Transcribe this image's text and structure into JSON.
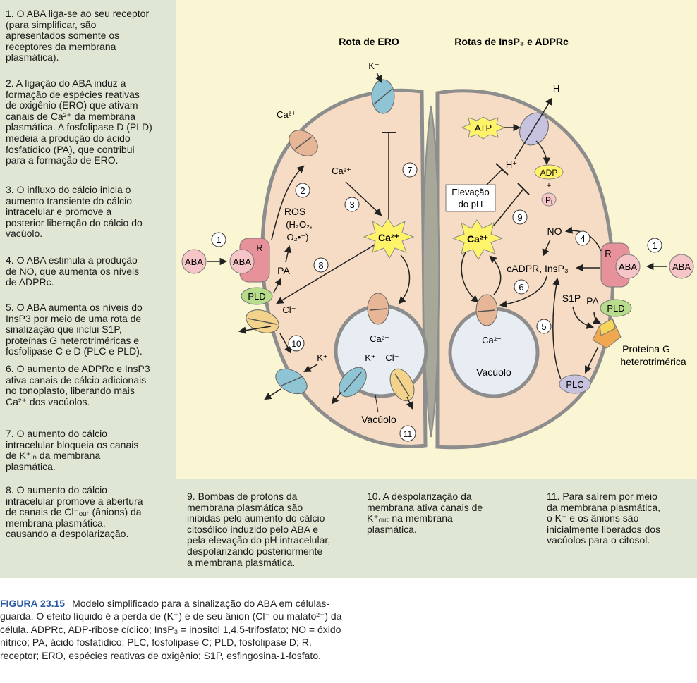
{
  "steps": [
    {
      "label": "1. O ABA liga-se ao seu receptor\n(para simplificar, são\napresentados somente os\nreceptores da membrana\nplasmática)."
    },
    {
      "label": "2. A ligação do ABA induz a\nformação de espécies reativas\nde oxigênio (ERO) que ativam\ncanais de Ca²⁺ da membrana\nplasmática. A fosfolipase D (PLD)\nmedeia a produção do ácido\nfosfatídico (PA), que contribui\npara a formação de ERO."
    },
    {
      "label": "3. O influxo do cálcio inicia o\naumento transiente do cálcio\nintracelular e promove a\nposterior liberação do cálcio do\nvacúolo."
    },
    {
      "label": "4. O ABA estimula a produção\nde NO, que aumenta os níveis\nde ADPRc."
    },
    {
      "label": "5. O ABA aumenta os níveis do\nInsP3 por meio de uma rota de\nsinalização que inclui S1P,\nproteínas G heterotriméricas e\nfosfolipase C e D (PLC e PLD)."
    },
    {
      "label": "6. O aumento de ADPRc e InsP3\nativa canais de cálcio adicionais\nno tonoplasto, liberando mais\nCa²⁺ dos vacúolos."
    },
    {
      "label": "7. O aumento do cálcio\nintracelular bloqueia os canais\nde K⁺ᵢₙ da membrana\nplasmática."
    },
    {
      "label": "8. O aumento do cálcio\nintracelular promove a abertura\nde canais de Cl⁻ₒᵤₜ (ânions) da\nmembrana plasmática,\ncausando a despolarização."
    },
    {
      "label": "9. Bombas de prótons da\nmembrana plasmática são\ninibidas pelo aumento do cálcio\ncitosólico induzido pelo ABA e\npela elevação do pH intracelular,\ndespolarizando posteriormente\na membrana plasmática."
    },
    {
      "label": "10. A despolarização da\nmembrana ativa canais de\nK⁺ₒᵤₜ na membrana\nplasmática."
    },
    {
      "label": "11. Para saírem por meio\nda membrana plasmática,\no K⁺ e os ânions são\ninicialmente liberados dos\nvacúolos para o citosol."
    }
  ],
  "diagram": {
    "route_left": "Rota de ERO",
    "route_right": "Rotas de InsP₃ e ADPRc",
    "aba": "ABA",
    "receptor": "R",
    "pld": "PLD",
    "pa": "PA",
    "ros": "ROS",
    "ros_species": "(H₂O₂,",
    "ros_species2": "O₂•⁻)",
    "ca_ion": "Ca²⁺",
    "k_ion": "K⁺",
    "cl_ion": "Cl⁻",
    "h_ion": "H⁺",
    "atp": "ATP",
    "adp": "ADP",
    "plus": "+",
    "pi": "Pᵢ",
    "ph_rise_1": "Elevação",
    "ph_rise_2": "do pH",
    "no": "NO",
    "cadpr": "cADPR, InsP₃",
    "s1p": "S1P",
    "g_protein_1": "Proteína G",
    "g_protein_2": "heterotrimérica",
    "plc": "PLC",
    "vacuole": "Vacúolo",
    "markers": [
      "1",
      "2",
      "3",
      "4",
      "5",
      "6",
      "7",
      "8",
      "9",
      "10",
      "11"
    ]
  },
  "caption": {
    "figure": "FIGURA 23.15",
    "text": "Modelo simplificado para a sinalização do ABA em células-guarda. O efeito líquido é a perda de (K⁺) e de seu ânion (Cl⁻ ou malato²⁻) da célula. ADPRc, ADP-ribose cíclico; InsP₃ = inositol 1,4,5-trifosfato; NO = óxido nítrico; PA, ácido fosfatídico; PLC, fosfolipase C; PLD, fosfolipase D; R, receptor; ERO, espécies reativas de oxigênio; S1P, esfingosina-1-fosfato."
  },
  "colors": {
    "panel": "#dfe6d3",
    "diagram_bg": "#faf6d3",
    "cell": "#f6dcc4",
    "vacuole": "#e8edf3",
    "receptor": "#e7919b",
    "pld": "#b7dc8b",
    "ca_channel": "#e7b696",
    "k_channel": "#8fc4d4",
    "cl_channel": "#f3d28c",
    "pump": "#c7c3de",
    "star": "#fff36a",
    "title": "#2a5aa3"
  }
}
